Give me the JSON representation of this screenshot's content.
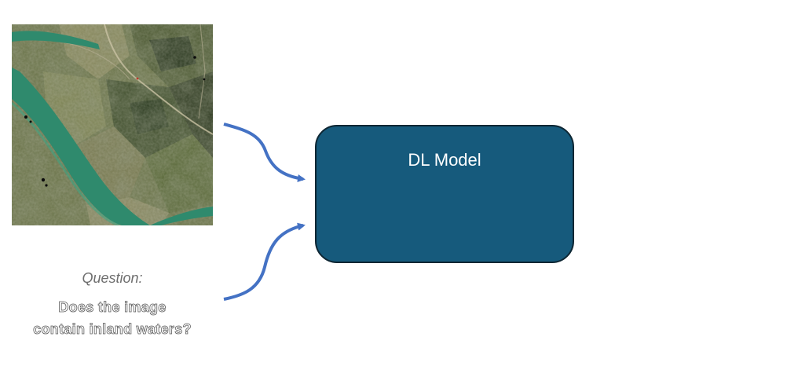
{
  "input_image": {
    "icon": "satellite-image",
    "colors": {
      "river": "#2f8a6d",
      "land": "#5a6a3c",
      "dark_field": "#2e3d24"
    }
  },
  "question": {
    "label": "Question:",
    "line1": "Does the image",
    "line2": "contain inland waters?"
  },
  "model": {
    "title": "DL Model",
    "fill_color": "#165a7c"
  },
  "arrows": {
    "color": "#4472c4"
  }
}
